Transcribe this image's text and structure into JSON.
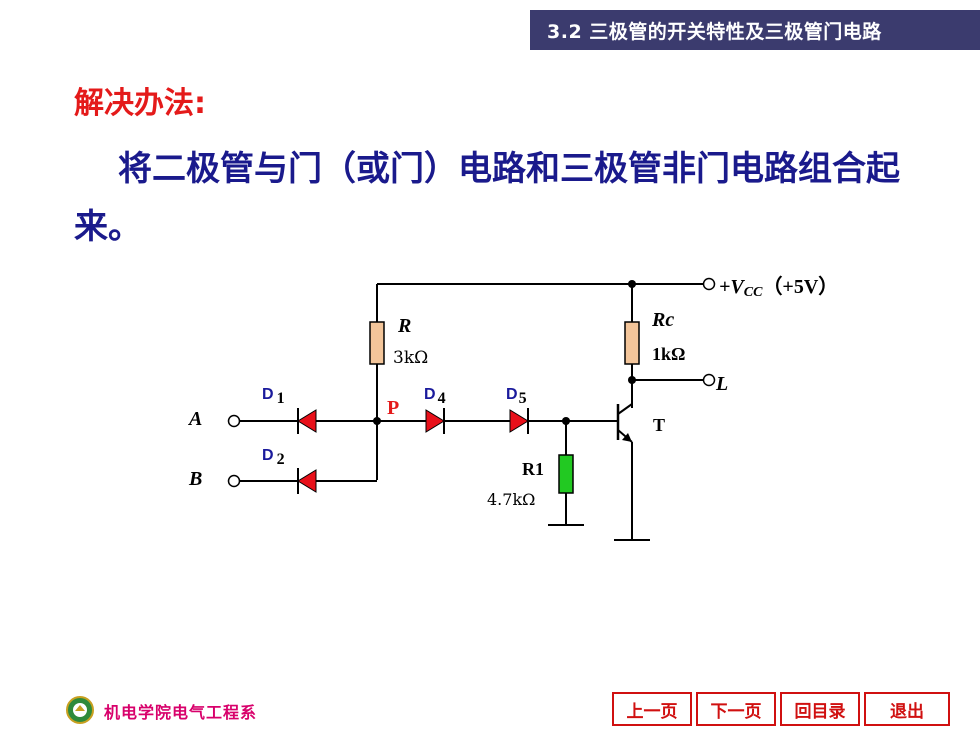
{
  "header": {
    "section_title": "3.2 三极管的开关特性及三极管门电路"
  },
  "title": "解决办法:",
  "body_text": "将二极管与门（或门）电路和三极管非门电路组合起来。",
  "circuit": {
    "vcc_label": "+V",
    "vcc_sub": "CC",
    "vcc_value": "（+5V）",
    "r_label": "R",
    "r_value": "3kΩ",
    "rc_label": "Rc",
    "rc_value": "1kΩ",
    "r1_label": "R1",
    "r1_value": "4.7kΩ",
    "d1_label": "D",
    "d1_sub": "1",
    "d2_label": "D",
    "d2_sub": "2",
    "d4_label": "D",
    "d4_sub": "4",
    "d5_label": "D",
    "d5_sub": "5",
    "p_label": "P",
    "a_label": "A",
    "b_label": "B",
    "l_label": "L",
    "t_label": "T",
    "colors": {
      "diode": "#e8101a",
      "resistor": "#f3c59a",
      "r1": "#22c922",
      "wire": "#000000"
    }
  },
  "footer": {
    "dept": "机电学院电气工程系"
  },
  "nav": {
    "prev": "上一页",
    "next": "下一页",
    "toc": "回目录",
    "exit": "退出"
  }
}
